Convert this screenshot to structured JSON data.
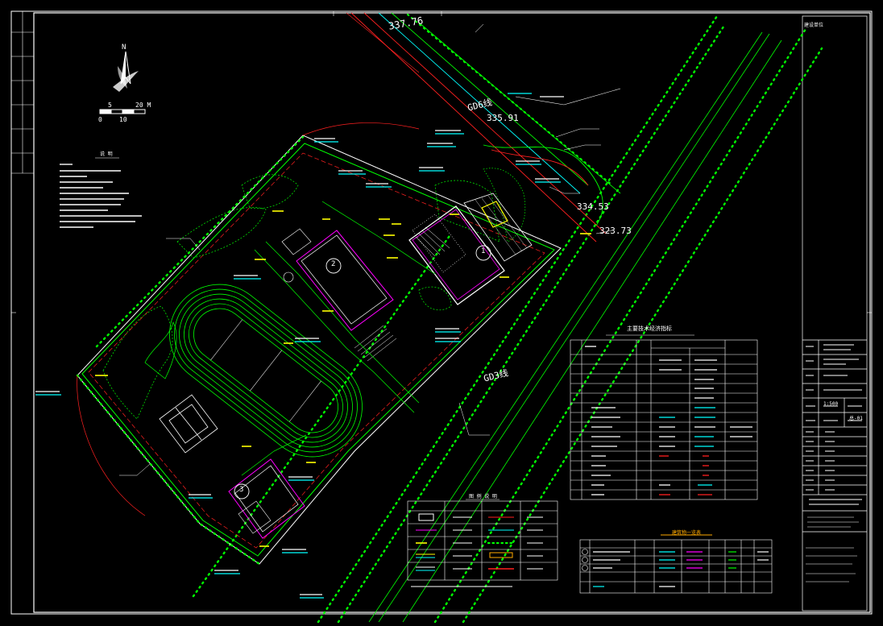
{
  "compass": {
    "north_label": "N"
  },
  "scale_bar": {
    "top_left": "5",
    "top_right": "20 M",
    "bottom_left": "0",
    "bottom_right": "10"
  },
  "elevations": {
    "e1": "337.76",
    "e2": "335.91",
    "e3": "334.53",
    "e4": "323.73"
  },
  "survey_lines": {
    "gd6": "GD6线",
    "gd3": "GD3线"
  },
  "building_numbers": {
    "b1": "1",
    "b2": "2",
    "b3": "3"
  },
  "notes_title": "说 明",
  "legend_title": "图 例 说 明",
  "main_table_title": "主要技术经济指标",
  "small_table_title": "建筑物一览表",
  "title_block": {
    "scale": "1:500",
    "sheet_no": "总-01",
    "header_label": "建设单位"
  },
  "colors": {
    "green": "#00ff00",
    "yellow": "#ffff00",
    "cyan": "#00ffff",
    "magenta": "#ff00ff",
    "red": "#ff2020",
    "white": "#ffffff",
    "background": "#000000"
  }
}
